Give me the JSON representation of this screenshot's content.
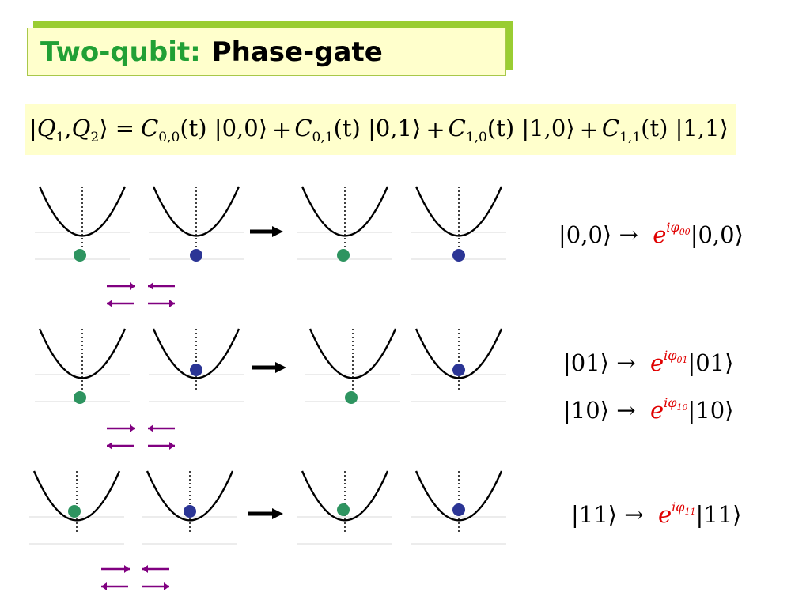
{
  "title": {
    "part1": "Two-qubit:",
    "part2": "Phase-gate"
  },
  "equation": {
    "lhs": "|Q1,Q2⟩ =",
    "terms": [
      {
        "coef": "C",
        "sub": "0,0",
        "ket": "(t) |0,0⟩"
      },
      {
        "coef": "C",
        "sub": "0,1",
        "ket": "(t) |0,1⟩"
      },
      {
        "coef": "C",
        "sub": "1,0",
        "ket": "(t) |1,0⟩"
      },
      {
        "coef": "C",
        "sub": "1,1",
        "ket": "(t) |1,1⟩"
      }
    ]
  },
  "mappings": [
    {
      "left": "|0,0⟩",
      "arrow": "→",
      "e": "e",
      "phase": "iφ",
      "phase_sub": "00",
      "right": "|0,0⟩"
    },
    {
      "left": "|01⟩",
      "arrow": "→",
      "e": "e",
      "phase": "iφ",
      "phase_sub": "01",
      "right": "|01⟩"
    },
    {
      "left": "|10⟩",
      "arrow": "→",
      "e": "e",
      "phase": "iφ",
      "phase_sub": "10",
      "right": "|10⟩"
    },
    {
      "left": "|11⟩",
      "arrow": "→",
      "e": "e",
      "phase": "iφ",
      "phase_sub": "11",
      "right": "|11⟩"
    }
  ],
  "colors": {
    "green_ball": "#2e9460",
    "blue_ball": "#2b3595",
    "purple_arrow": "#800080",
    "title_green": "#21a035"
  }
}
